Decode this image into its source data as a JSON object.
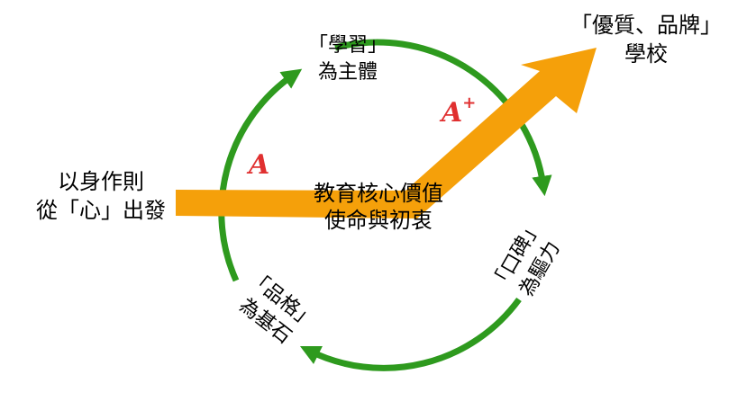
{
  "left_text": [
    "以身作則",
    "從「心」出發"
  ],
  "center_text": [
    "教育核心價值",
    "使命與初衷"
  ],
  "target_text": [
    "「優質、品牌」",
    "學校"
  ],
  "cycle": {
    "top": [
      "「學習」",
      "為主體"
    ],
    "right": [
      "「口碑」",
      "為驅力"
    ],
    "bottom": [
      "「品格」",
      "為基石"
    ]
  },
  "grades": {
    "a": "A",
    "a_plus_base": "A",
    "a_plus_sup": "+"
  },
  "colors": {
    "arrow": "#f5a00a",
    "cycle": "#2e9a1e",
    "grade": "#e03030"
  }
}
